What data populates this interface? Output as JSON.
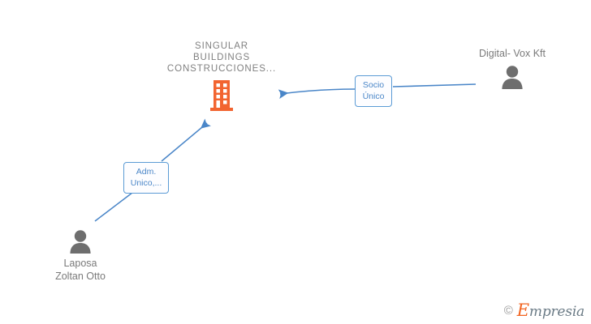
{
  "diagram": {
    "title": "Corporate relationship diagram",
    "colors": {
      "company_orange": "#f26430",
      "person_gray": "#6e6e6e",
      "edge_blue": "#4a86c8",
      "label_gray": "#808080",
      "box_border_blue": "#5b9bd5"
    },
    "company": {
      "name": "SINGULAR\nBUILDINGS\nCONSTRUCCIONES...",
      "icon": "building-icon"
    },
    "people": [
      {
        "id": "digital-vox-kft",
        "name": "Digital- Vox Kft",
        "icon": "person-icon"
      },
      {
        "id": "laposa-zoltan-otto",
        "name": "Laposa\nZoltan Otto",
        "icon": "person-icon"
      }
    ],
    "relations": [
      {
        "id": "socio-unico",
        "label": "Socio\nÚnico",
        "from": "digital-vox-kft",
        "to": "company"
      },
      {
        "id": "adm-unico",
        "label": "Adm.\nUnico,...",
        "from": "laposa-zoltan-otto",
        "to": "company"
      }
    ]
  },
  "watermark": {
    "copyright": "©",
    "brand_initial": "E",
    "brand_rest": "mpresia"
  }
}
